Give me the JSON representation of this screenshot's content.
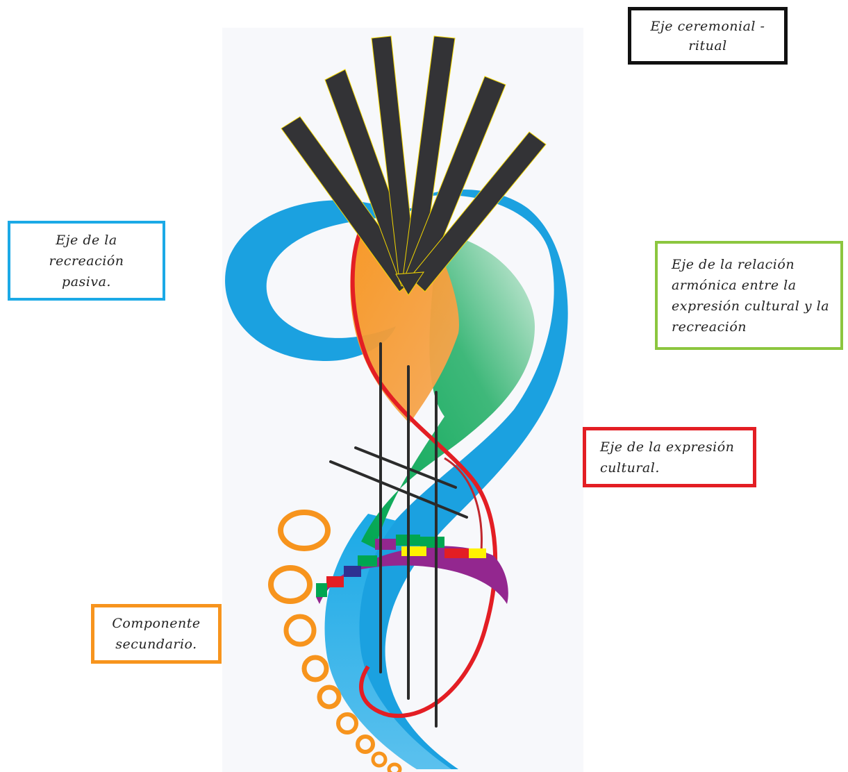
{
  "labels": {
    "ceremonial": "Eje ceremonial - ritual",
    "recreacion_pasiva": "Eje de la recreación pasiva.",
    "relacion_armonica": "Eje de la relación armónica entre la expresión cultural y la recreación",
    "expresion_cultural": "Eje de la expresión cultural.",
    "componente_secundario": "Componente secundario."
  },
  "colors": {
    "ceremonial": "#111111",
    "recreacion_pasiva": "#1ba9e6",
    "relacion_armonica": "#8cc63f",
    "expresion_cultural": "#e31e24",
    "componente_secundario": "#f7941d"
  }
}
